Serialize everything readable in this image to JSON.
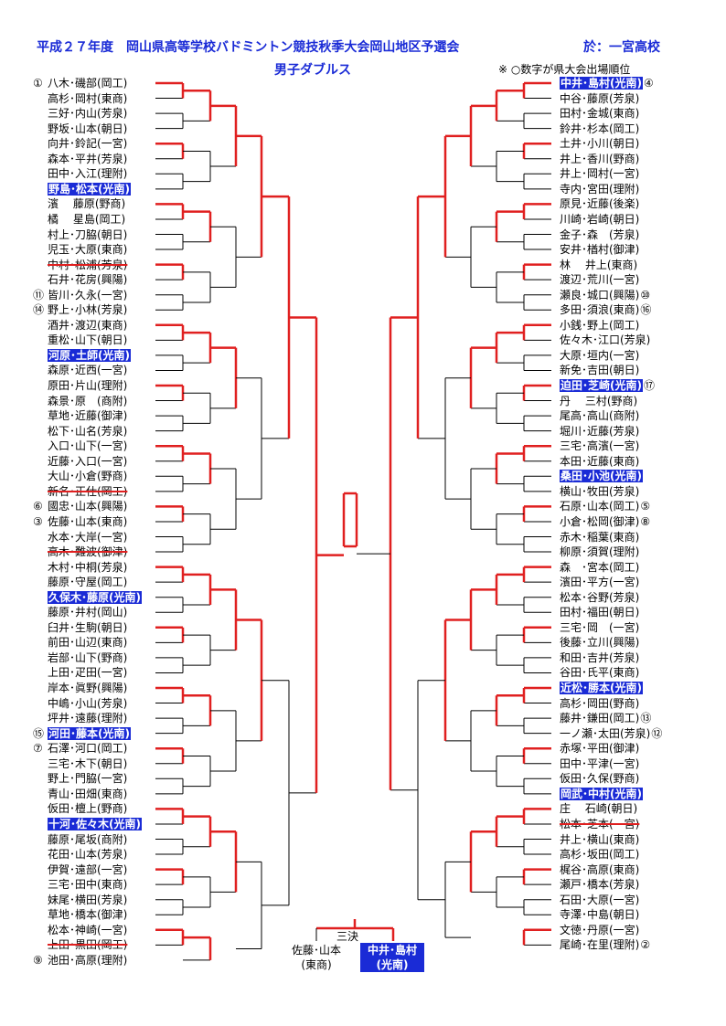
{
  "header": {
    "title": "平成２７年度　岡山県高等学校バドミントン競技秋季大会岡山地区予選会",
    "venue": "於：一宮高校",
    "subtitle": "男子ダブルス",
    "note": "※ ○数字が県大会出場順位"
  },
  "colors": {
    "win_line": "#e02020",
    "line": "#000000",
    "highlight": "#1a2bd6"
  },
  "left_entries": [
    {
      "num": "①",
      "name": "八木･磯部(岡工)"
    },
    {
      "num": "",
      "name": "高杉･岡村(東商)"
    },
    {
      "num": "",
      "name": "三好･内山(芳泉)"
    },
    {
      "num": "",
      "name": "野坂･山本(朝日)"
    },
    {
      "num": "",
      "name": "向井･鈴記(一宮)"
    },
    {
      "num": "",
      "name": "森本･平井(芳泉)"
    },
    {
      "num": "",
      "name": "田中･入江(理附)"
    },
    {
      "num": "",
      "name": "野島･松本(光南)",
      "hl": true
    },
    {
      "num": "",
      "name": "濱　 藤原(野商)"
    },
    {
      "num": "",
      "name": "橘　 星島(岡工)"
    },
    {
      "num": "",
      "name": "村上･刀脇(朝日)"
    },
    {
      "num": "",
      "name": "児玉･大原(東商)"
    },
    {
      "num": "",
      "name": "中村･松浦(芳泉)",
      "strike": true
    },
    {
      "num": "",
      "name": "石井･花房(興陽)"
    },
    {
      "num": "⑪",
      "name": "皆川･久永(一宮)"
    },
    {
      "num": "⑭",
      "name": "野上･小林(芳泉)"
    },
    {
      "num": "",
      "name": "酒井･渡辺(東商)"
    },
    {
      "num": "",
      "name": "重松･山下(朝日)"
    },
    {
      "num": "",
      "name": "河原･土師(光南)",
      "hl": true
    },
    {
      "num": "",
      "name": "森原･近西(一宮)"
    },
    {
      "num": "",
      "name": "原田･片山(理附)"
    },
    {
      "num": "",
      "name": "森景･原　(商附)"
    },
    {
      "num": "",
      "name": "草地･近藤(御津)"
    },
    {
      "num": "",
      "name": "松下･山名(芳泉)"
    },
    {
      "num": "",
      "name": "入口･山下(一宮)"
    },
    {
      "num": "",
      "name": "近藤･入口(一宮)"
    },
    {
      "num": "",
      "name": "大山･小倉(野商)"
    },
    {
      "num": "",
      "name": "新名･正仕(岡工)",
      "strike": true
    },
    {
      "num": "⑥",
      "name": "國忠･山本(興陽)"
    },
    {
      "num": "③",
      "name": "佐藤･山本(東商)"
    },
    {
      "num": "",
      "name": "水本･大岸(一宮)"
    },
    {
      "num": "",
      "name": "高木･難波(御津)",
      "strike": true
    },
    {
      "num": "",
      "name": "木村･中桐(芳泉)"
    },
    {
      "num": "",
      "name": "藤原･守屋(岡工)"
    },
    {
      "num": "",
      "name": "久保木･藤原(光南)",
      "hl": true
    },
    {
      "num": "",
      "name": "藤原･井村(岡山)"
    },
    {
      "num": "",
      "name": "臼井･生駒(朝日)"
    },
    {
      "num": "",
      "name": "前田･山辺(東商)"
    },
    {
      "num": "",
      "name": "岩部･山下(野商)"
    },
    {
      "num": "",
      "name": "上田･疋田(一宮)"
    },
    {
      "num": "",
      "name": "岸本･眞野(興陽)"
    },
    {
      "num": "",
      "name": "中嶋･小山(芳泉)"
    },
    {
      "num": "",
      "name": "坪井･遠藤(理附)"
    },
    {
      "num": "⑮",
      "name": "河田･藤本(光南)",
      "hl": true
    },
    {
      "num": "⑦",
      "name": "石澤･河口(岡工)"
    },
    {
      "num": "",
      "name": "三宅･木下(朝日)"
    },
    {
      "num": "",
      "name": "野上･門脇(一宮)"
    },
    {
      "num": "",
      "name": "青山･田畑(東商)"
    },
    {
      "num": "",
      "name": "仮田･檀上(野商)"
    },
    {
      "num": "",
      "name": "十河･佐々木(光南)",
      "hl": true
    },
    {
      "num": "",
      "name": "藤原･尾坂(商附)"
    },
    {
      "num": "",
      "name": "花田･山本(芳泉)"
    },
    {
      "num": "",
      "name": "伊賀･遠部(一宮)"
    },
    {
      "num": "",
      "name": "三宅･田中(東商)"
    },
    {
      "num": "",
      "name": "妹尾･横田(芳泉)"
    },
    {
      "num": "",
      "name": "草地･橋本(御津)"
    },
    {
      "num": "",
      "name": "松本･神崎(一宮)"
    },
    {
      "num": "",
      "name": "上田･黒田(岡工)",
      "strike": true
    },
    {
      "num": "⑨",
      "name": "池田･高原(理附)"
    }
  ],
  "right_entries": [
    {
      "name": "中井･島村(光南)",
      "num": "④",
      "hl": true
    },
    {
      "name": "中谷･藤原(芳泉)",
      "num": ""
    },
    {
      "name": "田村･金城(東商)",
      "num": ""
    },
    {
      "name": "鈴井･杉本(岡工)",
      "num": ""
    },
    {
      "name": "土井･小川(朝日)",
      "num": ""
    },
    {
      "name": "井上･香川(野商)",
      "num": ""
    },
    {
      "name": "井上･岡村(一宮)",
      "num": ""
    },
    {
      "name": "寺内･宮田(理附)",
      "num": ""
    },
    {
      "name": "原見･近藤(後楽)",
      "num": ""
    },
    {
      "name": "川崎･岩崎(朝日)",
      "num": ""
    },
    {
      "name": "金子･森　(芳泉)",
      "num": ""
    },
    {
      "name": "安井･楢村(御津)",
      "num": ""
    },
    {
      "name": "林　 井上(東商)",
      "num": ""
    },
    {
      "name": "渡辺･荒川(一宮)",
      "num": ""
    },
    {
      "name": "瀬良･城口(興陽)",
      "num": "⑩"
    },
    {
      "name": "多田･須浪(東商)",
      "num": "⑯"
    },
    {
      "name": "小銭･野上(岡工)",
      "num": ""
    },
    {
      "name": "佐々木･江口(芳泉)",
      "num": ""
    },
    {
      "name": "大原･垣内(一宮)",
      "num": ""
    },
    {
      "name": "新免･吉田(朝日)",
      "num": ""
    },
    {
      "name": "迫田･芝崎(光南)",
      "num": "⑰",
      "hl": true
    },
    {
      "name": "丹　 三村(野商)",
      "num": ""
    },
    {
      "name": "尾高･高山(商附)",
      "num": ""
    },
    {
      "name": "堀川･近藤(芳泉)",
      "num": ""
    },
    {
      "name": "三宅･高濱(一宮)",
      "num": ""
    },
    {
      "name": "本田･近藤(東商)",
      "num": ""
    },
    {
      "name": "桑田･小池(光南)",
      "num": "",
      "hl": true
    },
    {
      "name": "横山･牧田(芳泉)",
      "num": ""
    },
    {
      "name": "石原･山本(岡工)",
      "num": "⑤"
    },
    {
      "name": "小倉･松岡(御津)",
      "num": "⑧"
    },
    {
      "name": "赤木･稲葉(東商)",
      "num": ""
    },
    {
      "name": "柳原･須賀(理附)",
      "num": ""
    },
    {
      "name": "森　･宮本(岡工)",
      "num": ""
    },
    {
      "name": "濱田･平方(一宮)",
      "num": ""
    },
    {
      "name": "松本･谷野(芳泉)",
      "num": ""
    },
    {
      "name": "田村･福田(朝日)",
      "num": ""
    },
    {
      "name": "三宅･岡　(一宮)",
      "num": ""
    },
    {
      "name": "後藤･立川(興陽)",
      "num": ""
    },
    {
      "name": "和田･吉井(芳泉)",
      "num": ""
    },
    {
      "name": "谷田･氏平(東商)",
      "num": ""
    },
    {
      "name": "近松･勝本(光南)",
      "num": "",
      "hl": true
    },
    {
      "name": "高杉･岡田(野商)",
      "num": ""
    },
    {
      "name": "藤井･鎌田(岡工)",
      "num": "⑬"
    },
    {
      "name": "一ノ瀬･太田(芳泉)",
      "num": "⑫"
    },
    {
      "name": "赤塚･平田(御津)",
      "num": ""
    },
    {
      "name": "田中･平津(一宮)",
      "num": ""
    },
    {
      "name": "仮田･久保(野商)",
      "num": ""
    },
    {
      "name": "岡武･中村(光南)",
      "num": "",
      "hl": true
    },
    {
      "name": "庄　 石崎(朝日)",
      "num": ""
    },
    {
      "name": "松本･芝本(一宮)",
      "num": "",
      "strike": true
    },
    {
      "name": "井上･横山(東商)",
      "num": ""
    },
    {
      "name": "高杉･坂田(岡工)",
      "num": ""
    },
    {
      "name": "梶谷･高原(東商)",
      "num": ""
    },
    {
      "name": "瀬戸･橋本(芳泉)",
      "num": ""
    },
    {
      "name": "石田･大原(一宮)",
      "num": ""
    },
    {
      "name": "寺澤･中島(朝日)",
      "num": ""
    },
    {
      "name": "文徳･丹原(一宮)",
      "num": ""
    },
    {
      "name": "尾崎･在里(理附)",
      "num": "②"
    }
  ],
  "third_place": {
    "label": "三決",
    "left_pair": "佐藤･山本",
    "left_school": "(東商)",
    "right_pair": "中井･島村",
    "right_school": "(光南)"
  }
}
